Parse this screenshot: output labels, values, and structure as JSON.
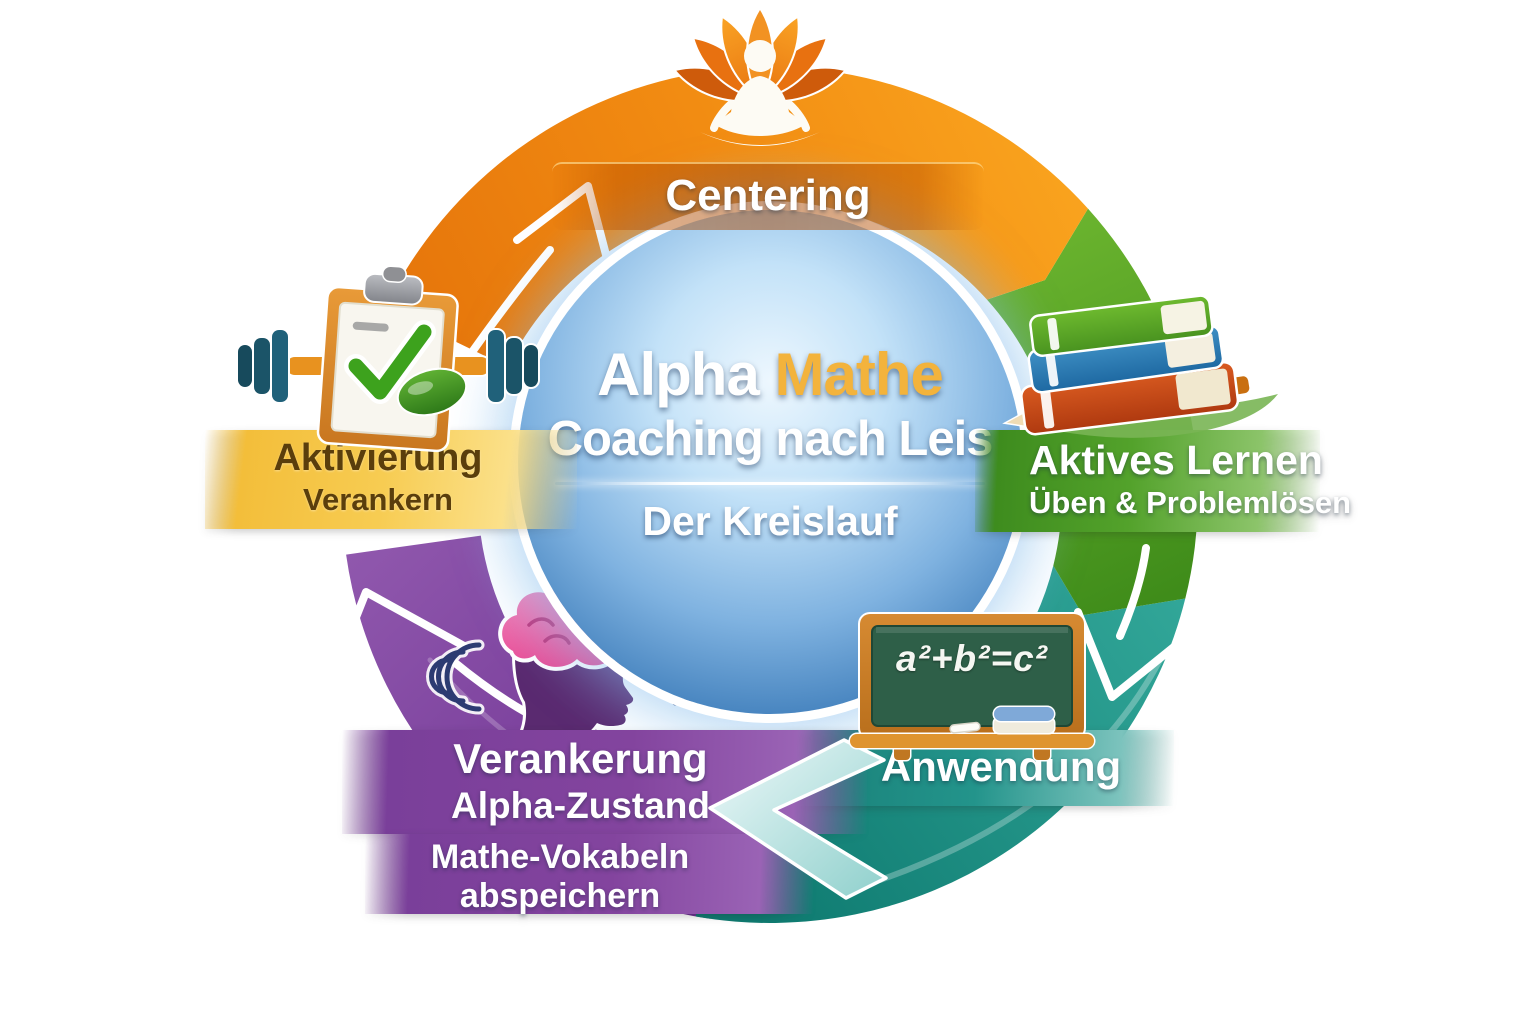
{
  "center": {
    "title_white": "Alpha",
    "title_gold": "Mathe",
    "subtitle": "Coaching nach Leis",
    "caption": "Der Kreislauf"
  },
  "steps": {
    "centering": {
      "label": "Centering",
      "color": "#F08A18",
      "icon": "lotus-meditation-icon"
    },
    "aktives_lernen": {
      "label": "Aktives Lernen",
      "sublabel": "Üben & Problemlösen",
      "color": "#4E9B27",
      "icon": "books-stack-icon"
    },
    "anwendung": {
      "label": "Anwendung",
      "formula": "a²+b²=c²",
      "color": "#1E8F85",
      "icon": "chalkboard-icon"
    },
    "verankerung": {
      "label": "Verankerung",
      "sublabel": "Alpha-Zustand",
      "note_line1": "Mathe-Vokabeln",
      "note_line2": "abspeichern",
      "color": "#7B3FA0",
      "icon": "brain-head-icon"
    },
    "aktivierung": {
      "label": "Aktivierung",
      "sublabel": "Verankern",
      "color": "#F6C242",
      "icon": "clipboard-checklist-icon"
    }
  }
}
